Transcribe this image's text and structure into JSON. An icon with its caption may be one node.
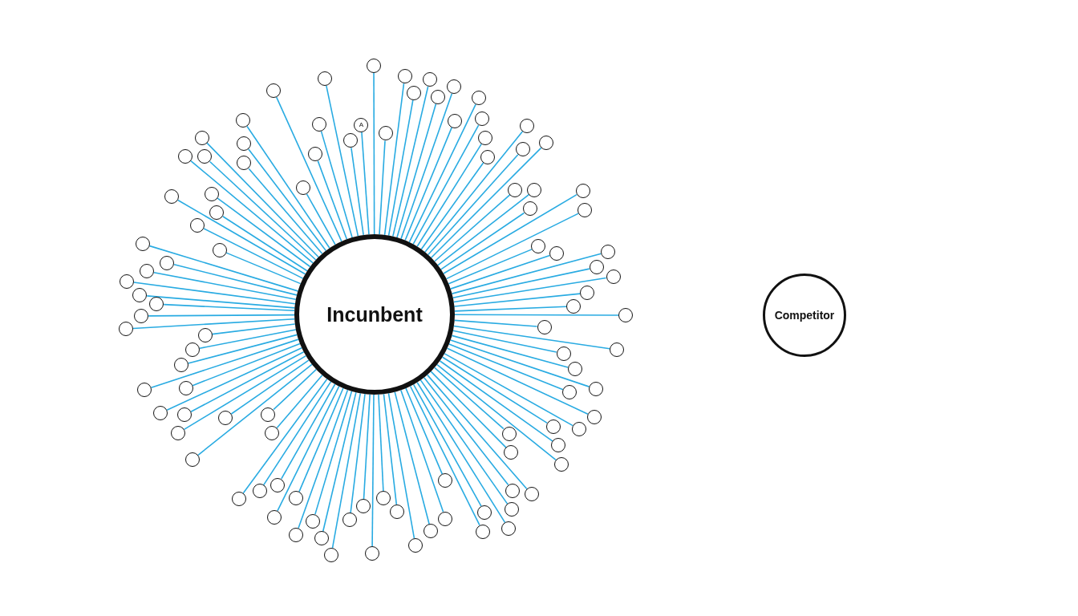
{
  "diagram": {
    "nodes": [
      {
        "text": [
          "Incunbent"
        ]
      },
      {
        "text": [
          "Competitor"
        ]
      },
      {
        "text": [
          "A"
        ]
      },
      {
        "text": [],
        "shape": "circle"
      },
      {
        "text": [],
        "shape": "circle"
      },
      {
        "text": [],
        "shape": "circle"
      },
      {
        "text": [],
        "shape": "circle"
      },
      {
        "text": [],
        "shape": "circle"
      },
      {
        "text": [],
        "shape": "circle"
      },
      {
        "text": [],
        "shape": "circle"
      },
      {
        "text": [],
        "shape": "circle"
      },
      {
        "text": [],
        "shape": "circle"
      },
      {
        "text": [],
        "shape": "circle"
      },
      {
        "text": [],
        "shape": "circle"
      },
      {
        "text": [],
        "shape": "circle"
      },
      {
        "text": [],
        "shape": "circle"
      },
      {
        "text": [],
        "shape": "circle"
      },
      {
        "text": [],
        "shape": "circle"
      },
      {
        "text": [],
        "shape": "circle"
      },
      {
        "text": [],
        "shape": "circle"
      },
      {
        "text": [],
        "shape": "circle"
      },
      {
        "text": [],
        "shape": "circle"
      },
      {
        "text": [],
        "shape": "circle"
      },
      {
        "text": [],
        "shape": "circle"
      },
      {
        "text": [],
        "shape": "circle"
      },
      {
        "text": [],
        "shape": "circle"
      },
      {
        "text": [],
        "shape": "circle"
      },
      {
        "text": [],
        "shape": "circle"
      },
      {
        "text": [],
        "shape": "circle"
      },
      {
        "text": [],
        "shape": "circle"
      },
      {
        "text": [],
        "shape": "circle"
      },
      {
        "text": [],
        "shape": "circle"
      },
      {
        "text": [],
        "shape": "circle"
      },
      {
        "text": [],
        "shape": "circle"
      },
      {
        "text": [],
        "shape": "circle"
      },
      {
        "text": [],
        "shape": "circle"
      },
      {
        "text": [],
        "shape": "circle"
      },
      {
        "text": [],
        "shape": "circle"
      },
      {
        "text": [],
        "shape": "circle"
      },
      {
        "text": [],
        "shape": "circle"
      },
      {
        "text": [],
        "shape": "circle"
      },
      {
        "text": [],
        "shape": "circle"
      },
      {
        "text": [],
        "shape": "circle"
      },
      {
        "text": [],
        "shape": "circle"
      },
      {
        "text": [],
        "shape": "circle"
      },
      {
        "text": [],
        "shape": "circle"
      },
      {
        "text": [],
        "shape": "circle"
      },
      {
        "text": [],
        "shape": "circle"
      },
      {
        "text": [],
        "shape": "circle"
      },
      {
        "text": [],
        "shape": "circle"
      },
      {
        "text": [],
        "shape": "circle"
      },
      {
        "text": [],
        "shape": "circle"
      },
      {
        "text": [],
        "shape": "circle"
      },
      {
        "text": [],
        "shape": "circle"
      },
      {
        "text": [],
        "shape": "circle"
      },
      {
        "text": [],
        "shape": "circle"
      },
      {
        "text": [],
        "shape": "circle"
      },
      {
        "text": [],
        "shape": "circle"
      },
      {
        "text": [],
        "shape": "circle"
      },
      {
        "text": [],
        "shape": "circle"
      },
      {
        "text": [],
        "shape": "circle"
      },
      {
        "text": [],
        "shape": "circle"
      },
      {
        "text": [],
        "shape": "circle"
      },
      {
        "text": [],
        "shape": "circle"
      },
      {
        "text": [],
        "shape": "circle"
      },
      {
        "text": [],
        "shape": "circle"
      },
      {
        "text": [],
        "shape": "circle"
      },
      {
        "text": [],
        "shape": "circle"
      },
      {
        "text": [],
        "shape": "circle"
      },
      {
        "text": [],
        "shape": "circle"
      },
      {
        "text": [],
        "shape": "circle"
      },
      {
        "text": [],
        "shape": "circle"
      },
      {
        "text": [],
        "shape": "circle"
      },
      {
        "text": [],
        "shape": "circle"
      },
      {
        "text": [],
        "shape": "circle"
      },
      {
        "text": [],
        "shape": "circle"
      },
      {
        "text": [],
        "shape": "circle"
      },
      {
        "text": [],
        "shape": "circle"
      },
      {
        "text": [],
        "shape": "circle"
      },
      {
        "text": [],
        "shape": "circle"
      },
      {
        "text": [],
        "shape": "circle"
      },
      {
        "text": [],
        "shape": "circle"
      },
      {
        "text": [],
        "shape": "circle"
      },
      {
        "text": [],
        "shape": "circle"
      },
      {
        "text": [],
        "shape": "circle"
      },
      {
        "text": [],
        "shape": "circle"
      },
      {
        "text": [],
        "shape": "circle"
      },
      {
        "text": [],
        "shape": "circle"
      },
      {
        "text": [],
        "shape": "circle"
      },
      {
        "text": [],
        "shape": "circle"
      },
      {
        "text": [],
        "shape": "circle"
      },
      {
        "text": [],
        "shape": "circle"
      },
      {
        "text": [],
        "shape": "circle"
      },
      {
        "text": [],
        "shape": "circle"
      },
      {
        "text": [],
        "shape": "circle"
      },
      {
        "text": [],
        "shape": "circle"
      },
      {
        "text": [],
        "shape": "circle"
      },
      {
        "text": [],
        "shape": "circle"
      },
      {
        "text": [],
        "shape": "circle"
      },
      {
        "text": [],
        "shape": "circle"
      },
      {
        "text": [],
        "shape": "circle"
      },
      {
        "text": [],
        "shape": "circle"
      },
      {
        "text": [],
        "shape": "circle"
      },
      {
        "text": [],
        "shape": "circle"
      },
      {
        "text": [],
        "shape": "circle"
      }
    ],
    "edges": [
      {
        "from": 2,
        "to": 0,
        "arrow": "none"
      },
      {
        "from": 3,
        "to": 0,
        "arrow": "none"
      },
      {
        "from": 4,
        "to": 0,
        "arrow": "none"
      },
      {
        "from": 5,
        "to": 0,
        "arrow": "none"
      },
      {
        "from": 6,
        "to": 0,
        "arrow": "none"
      },
      {
        "from": 7,
        "to": 0,
        "arrow": "none"
      },
      {
        "from": 8,
        "to": 0,
        "arrow": "none"
      },
      {
        "from": 9,
        "to": 0,
        "arrow": "none"
      },
      {
        "from": 10,
        "to": 0,
        "arrow": "none"
      },
      {
        "from": 11,
        "to": 0,
        "arrow": "none"
      },
      {
        "from": 12,
        "to": 0,
        "arrow": "none"
      },
      {
        "from": 13,
        "to": 0,
        "arrow": "none"
      },
      {
        "from": 14,
        "to": 0,
        "arrow": "none"
      },
      {
        "from": 15,
        "to": 0,
        "arrow": "none"
      },
      {
        "from": 16,
        "to": 0,
        "arrow": "none"
      },
      {
        "from": 17,
        "to": 0,
        "arrow": "none"
      },
      {
        "from": 18,
        "to": 0,
        "arrow": "none"
      },
      {
        "from": 19,
        "to": 0,
        "arrow": "none"
      },
      {
        "from": 20,
        "to": 0,
        "arrow": "none"
      },
      {
        "from": 21,
        "to": 0,
        "arrow": "none"
      },
      {
        "from": 22,
        "to": 0,
        "arrow": "none"
      },
      {
        "from": 23,
        "to": 0,
        "arrow": "none"
      },
      {
        "from": 24,
        "to": 0,
        "arrow": "none"
      },
      {
        "from": 25,
        "to": 0,
        "arrow": "none"
      },
      {
        "from": 26,
        "to": 0,
        "arrow": "none"
      },
      {
        "from": 27,
        "to": 0,
        "arrow": "none"
      },
      {
        "from": 28,
        "to": 0,
        "arrow": "none"
      },
      {
        "from": 29,
        "to": 0,
        "arrow": "none"
      },
      {
        "from": 30,
        "to": 0,
        "arrow": "none"
      },
      {
        "from": 31,
        "to": 0,
        "arrow": "none"
      },
      {
        "from": 32,
        "to": 0,
        "arrow": "none"
      },
      {
        "from": 33,
        "to": 0,
        "arrow": "none"
      },
      {
        "from": 34,
        "to": 0,
        "arrow": "none"
      },
      {
        "from": 35,
        "to": 0,
        "arrow": "none"
      },
      {
        "from": 36,
        "to": 0,
        "arrow": "none"
      },
      {
        "from": 37,
        "to": 0,
        "arrow": "none"
      },
      {
        "from": 38,
        "to": 0,
        "arrow": "none"
      },
      {
        "from": 39,
        "to": 0,
        "arrow": "none"
      },
      {
        "from": 40,
        "to": 0,
        "arrow": "none"
      },
      {
        "from": 41,
        "to": 0,
        "arrow": "none"
      },
      {
        "from": 42,
        "to": 0,
        "arrow": "none"
      },
      {
        "from": 43,
        "to": 0,
        "arrow": "none"
      },
      {
        "from": 44,
        "to": 0,
        "arrow": "none"
      },
      {
        "from": 45,
        "to": 0,
        "arrow": "none"
      },
      {
        "from": 46,
        "to": 0,
        "arrow": "none"
      },
      {
        "from": 47,
        "to": 0,
        "arrow": "none"
      },
      {
        "from": 48,
        "to": 0,
        "arrow": "none"
      },
      {
        "from": 49,
        "to": 0,
        "arrow": "none"
      },
      {
        "from": 50,
        "to": 0,
        "arrow": "none"
      },
      {
        "from": 51,
        "to": 0,
        "arrow": "none"
      },
      {
        "from": 52,
        "to": 0,
        "arrow": "none"
      },
      {
        "from": 53,
        "to": 0,
        "arrow": "none"
      },
      {
        "from": 54,
        "to": 0,
        "arrow": "none"
      },
      {
        "from": 55,
        "to": 0,
        "arrow": "none"
      },
      {
        "from": 56,
        "to": 0,
        "arrow": "none"
      },
      {
        "from": 57,
        "to": 0,
        "arrow": "none"
      },
      {
        "from": 58,
        "to": 0,
        "arrow": "none"
      },
      {
        "from": 59,
        "to": 0,
        "arrow": "none"
      },
      {
        "from": 60,
        "to": 0,
        "arrow": "none"
      },
      {
        "from": 61,
        "to": 0,
        "arrow": "none"
      },
      {
        "from": 62,
        "to": 0,
        "arrow": "none"
      },
      {
        "from": 63,
        "to": 0,
        "arrow": "none"
      },
      {
        "from": 64,
        "to": 0,
        "arrow": "none"
      },
      {
        "from": 65,
        "to": 0,
        "arrow": "none"
      },
      {
        "from": 66,
        "to": 0,
        "arrow": "none"
      },
      {
        "from": 67,
        "to": 0,
        "arrow": "none"
      },
      {
        "from": 68,
        "to": 0,
        "arrow": "none"
      },
      {
        "from": 69,
        "to": 0,
        "arrow": "none"
      },
      {
        "from": 70,
        "to": 0,
        "arrow": "none"
      },
      {
        "from": 71,
        "to": 0,
        "arrow": "none"
      },
      {
        "from": 72,
        "to": 0,
        "arrow": "none"
      },
      {
        "from": 73,
        "to": 0,
        "arrow": "none"
      },
      {
        "from": 74,
        "to": 0,
        "arrow": "none"
      },
      {
        "from": 75,
        "to": 0,
        "arrow": "none"
      },
      {
        "from": 76,
        "to": 0,
        "arrow": "none"
      },
      {
        "from": 77,
        "to": 0,
        "arrow": "none"
      },
      {
        "from": 78,
        "to": 0,
        "arrow": "none"
      },
      {
        "from": 79,
        "to": 0,
        "arrow": "none"
      },
      {
        "from": 80,
        "to": 0,
        "arrow": "none"
      },
      {
        "from": 81,
        "to": 0,
        "arrow": "none"
      },
      {
        "from": 82,
        "to": 0,
        "arrow": "none"
      },
      {
        "from": 83,
        "to": 0,
        "arrow": "none"
      },
      {
        "from": 84,
        "to": 0,
        "arrow": "none"
      },
      {
        "from": 85,
        "to": 0,
        "arrow": "none"
      },
      {
        "from": 86,
        "to": 0,
        "arrow": "none"
      },
      {
        "from": 87,
        "to": 0,
        "arrow": "none"
      },
      {
        "from": 88,
        "to": 0,
        "arrow": "none"
      },
      {
        "from": 89,
        "to": 0,
        "arrow": "none"
      },
      {
        "from": 90,
        "to": 0,
        "arrow": "none"
      },
      {
        "from": 91,
        "to": 0,
        "arrow": "none"
      },
      {
        "from": 92,
        "to": 0,
        "arrow": "none"
      },
      {
        "from": 93,
        "to": 0,
        "arrow": "none"
      },
      {
        "from": 94,
        "to": 0,
        "arrow": "none"
      },
      {
        "from": 95,
        "to": 0,
        "arrow": "none"
      },
      {
        "from": 96,
        "to": 0,
        "arrow": "none"
      },
      {
        "from": 97,
        "to": 0,
        "arrow": "none"
      },
      {
        "from": 98,
        "to": 0,
        "arrow": "none"
      },
      {
        "from": 99,
        "to": 0,
        "arrow": "none"
      },
      {
        "from": 100,
        "to": 0,
        "arrow": "none"
      },
      {
        "from": 101,
        "to": 0,
        "arrow": "none"
      },
      {
        "from": 102,
        "to": 0,
        "arrow": "none"
      },
      {
        "from": 103,
        "to": 0,
        "arrow": "none"
      },
      {
        "from": 104,
        "to": 0,
        "arrow": "none"
      }
    ]
  }
}
